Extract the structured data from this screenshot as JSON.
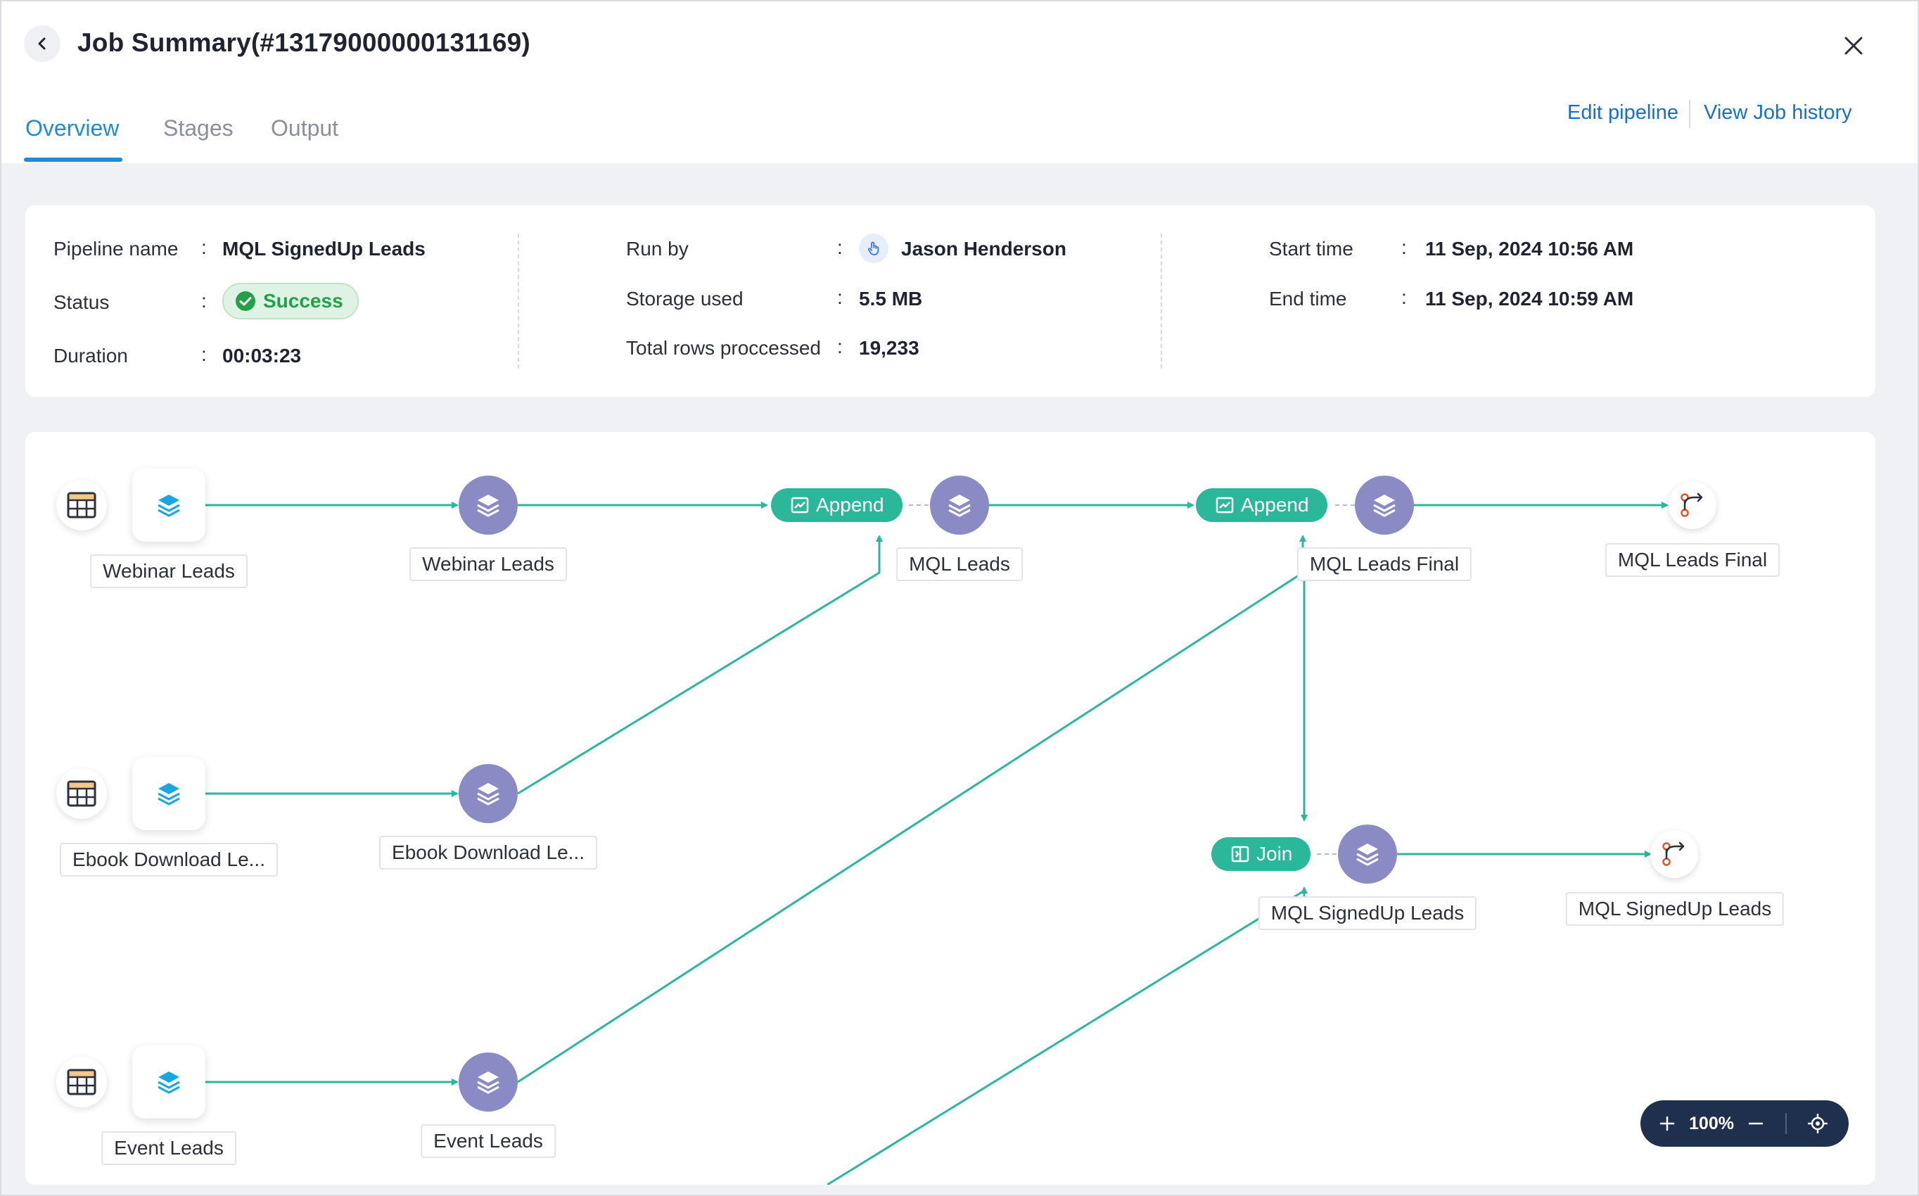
{
  "header": {
    "title": "Job Summary(#13179000000131169)",
    "tabs": [
      {
        "label": "Overview",
        "active": true
      },
      {
        "label": "Stages",
        "active": false
      },
      {
        "label": "Output",
        "active": false
      }
    ],
    "links": {
      "edit_pipeline": "Edit pipeline",
      "view_job_history": "View Job history"
    }
  },
  "summary": {
    "pipeline_name_label": "Pipeline name",
    "pipeline_name": "MQL SignedUp Leads",
    "status_label": "Status",
    "status": "Success",
    "duration_label": "Duration",
    "duration": "00:03:23",
    "run_by_label": "Run by",
    "run_by": "Jason Henderson",
    "storage_label": "Storage used",
    "storage": "5.5 MB",
    "rows_label": "Total rows proccessed",
    "rows": "19,233",
    "start_label": "Start time",
    "start": "11 Sep, 2024 10:56 AM",
    "end_label": "End time",
    "end": "11 Sep, 2024 10:59 AM",
    "separator": ":"
  },
  "flow": {
    "sources": [
      "Webinar Leads",
      "Ebook Download Le...",
      "Event Leads"
    ],
    "stages": [
      "Webinar Leads",
      "Ebook Download Le...",
      "Event Leads",
      "MQL Leads",
      "MQL Leads Final",
      "MQL SignedUp Leads"
    ],
    "operations": {
      "append_1": "Append",
      "append_2": "Append",
      "join": "Join"
    },
    "destinations": [
      "MQL Leads Final",
      "MQL SignedUp Leads"
    ]
  },
  "zoom": {
    "level": "100%"
  },
  "colors": {
    "accent": "#1f8bd8",
    "edge": "#2bb79a",
    "stage": "#8a8bc4",
    "success": "#24a148",
    "zoom_bg": "#1f2f4e"
  }
}
